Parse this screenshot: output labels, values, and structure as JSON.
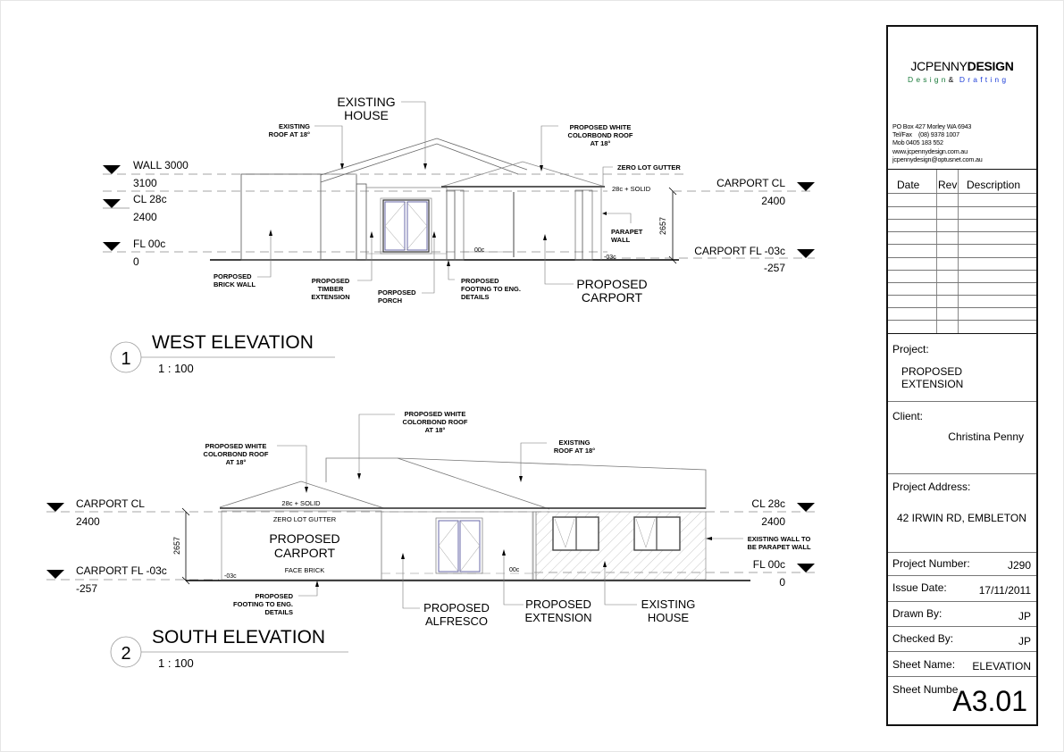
{
  "title_block": {
    "logo": {
      "prefix": "JCPENNY",
      "bold": "DESIGN"
    },
    "tagline": {
      "left": "Design",
      "amp": "&",
      "right": "Drafting",
      "left_color": "#1a7a3a",
      "right_color": "#1f3fd8"
    },
    "contact": [
      "PO Box 427 Morley WA 6943",
      "Tel/Fax    (08) 9378 1007",
      "Mob 0405 183 552",
      "www.jcpennydesign.com.au",
      "jcpennydesign@optusnet.com.au"
    ],
    "revisions": {
      "headers": [
        "Date",
        "Rev",
        "Description"
      ],
      "rows": [
        [
          "",
          "",
          ""
        ],
        [
          "",
          "",
          ""
        ],
        [
          "",
          "",
          ""
        ],
        [
          "",
          "",
          ""
        ],
        [
          "",
          "",
          ""
        ],
        [
          "",
          "",
          ""
        ],
        [
          "",
          "",
          ""
        ],
        [
          "",
          "",
          ""
        ],
        [
          "",
          "",
          ""
        ],
        [
          "",
          "",
          ""
        ],
        [
          "",
          "",
          ""
        ]
      ]
    },
    "project_label": "Project:",
    "project_line1": "PROPOSED",
    "project_line2": "EXTENSION",
    "client_label": "Client:",
    "client": "Christina Penny",
    "address_label": "Project Address:",
    "address": "42 IRWIN RD, EMBLETON",
    "project_number_label": "Project Number:",
    "project_number": "J290",
    "issue_date_label": "Issue Date:",
    "issue_date": "17/11/2011",
    "drawn_by_label": "Drawn By:",
    "drawn_by": "JP",
    "checked_by_label": "Checked By:",
    "checked_by": "JP",
    "sheet_name_label": "Sheet Name:",
    "sheet_name": "ELEVATION",
    "sheet_number_label": "Sheet Numbe",
    "sheet_number": "A3.01"
  },
  "west": {
    "number": "1",
    "title": "WEST ELEVATION",
    "scale": "1 : 100",
    "levels_left": [
      {
        "name": "WALL 3000",
        "value": "3100"
      },
      {
        "name": "CL 28c",
        "value": "2400"
      },
      {
        "name": "FL 00c",
        "value": "0"
      }
    ],
    "levels_right": [
      {
        "name": "CARPORT CL",
        "value": "2400"
      },
      {
        "name": "CARPORT FL -03c",
        "value": "-257"
      }
    ],
    "dimension": "2657",
    "notes": {
      "existing_house_1": "EXISTING",
      "existing_house_2": "HOUSE",
      "existing_roof_1": "EXISTING",
      "existing_roof_2": "ROOF AT 18°",
      "proposed_roof_1": "PROPOSED WHITE",
      "proposed_roof_2": "COLORBOND ROOF",
      "proposed_roof_3": "AT 18°",
      "zero_lot": "ZERO LOT GUTTER",
      "solid": "28c + SOLID",
      "parapet_1": "PARAPET",
      "parapet_2": "WALL",
      "brick_1": "PORPOSED",
      "brick_2": "BRICK WALL",
      "timber_1": "PROPOSED",
      "timber_2": "TIMBER",
      "timber_3": "EXTENSION",
      "porch_1": "PORPOSED",
      "porch_2": "PORCH",
      "footing_1": "PROPOSED",
      "footing_2": "FOOTING TO ENG.",
      "footing_3": "DETAILS",
      "carport_1": "PROPOSED",
      "carport_2": "CARPORT",
      "fl_00c": "00c",
      "fl_03c": "-03c"
    }
  },
  "south": {
    "number": "2",
    "title": "SOUTH ELEVATION",
    "scale": "1 : 100",
    "levels_left": [
      {
        "name": "CARPORT CL",
        "value": "2400"
      },
      {
        "name": "CARPORT FL -03c",
        "value": "-257"
      }
    ],
    "levels_right": [
      {
        "name": "CL 28c",
        "value": "2400"
      },
      {
        "name": "FL 00c",
        "value": "0"
      }
    ],
    "dimension": "2657",
    "notes": {
      "proposed_roof_a_1": "PROPOSED WHITE",
      "proposed_roof_a_2": "COLORBOND ROOF",
      "proposed_roof_a_3": "AT 18°",
      "proposed_roof_b_1": "PROPOSED WHITE",
      "proposed_roof_b_2": "COLORBOND ROOF",
      "proposed_roof_b_3": "AT 18°",
      "existing_roof_1": "EXISTING",
      "existing_roof_2": "ROOF AT 18°",
      "solid": "28c + SOLID",
      "zero_lot": "ZERO LOT GUTTER",
      "carport_1": "PROPOSED",
      "carport_2": "CARPORT",
      "face_brick": "FACE BRICK",
      "fl_03c": "-03c",
      "fl_00c": "00c",
      "footing_1": "PROPOSED",
      "footing_2": "FOOTING TO ENG.",
      "footing_3": "DETAILS",
      "alfresco_1": "PROPOSED",
      "alfresco_2": "ALFRESCO",
      "extension_1": "PROPOSED",
      "extension_2": "EXTENSION",
      "house_1": "EXISTING",
      "house_2": "HOUSE",
      "parapet_1": "EXISTING WALL TO",
      "parapet_2": "BE PARAPET WALL"
    }
  }
}
